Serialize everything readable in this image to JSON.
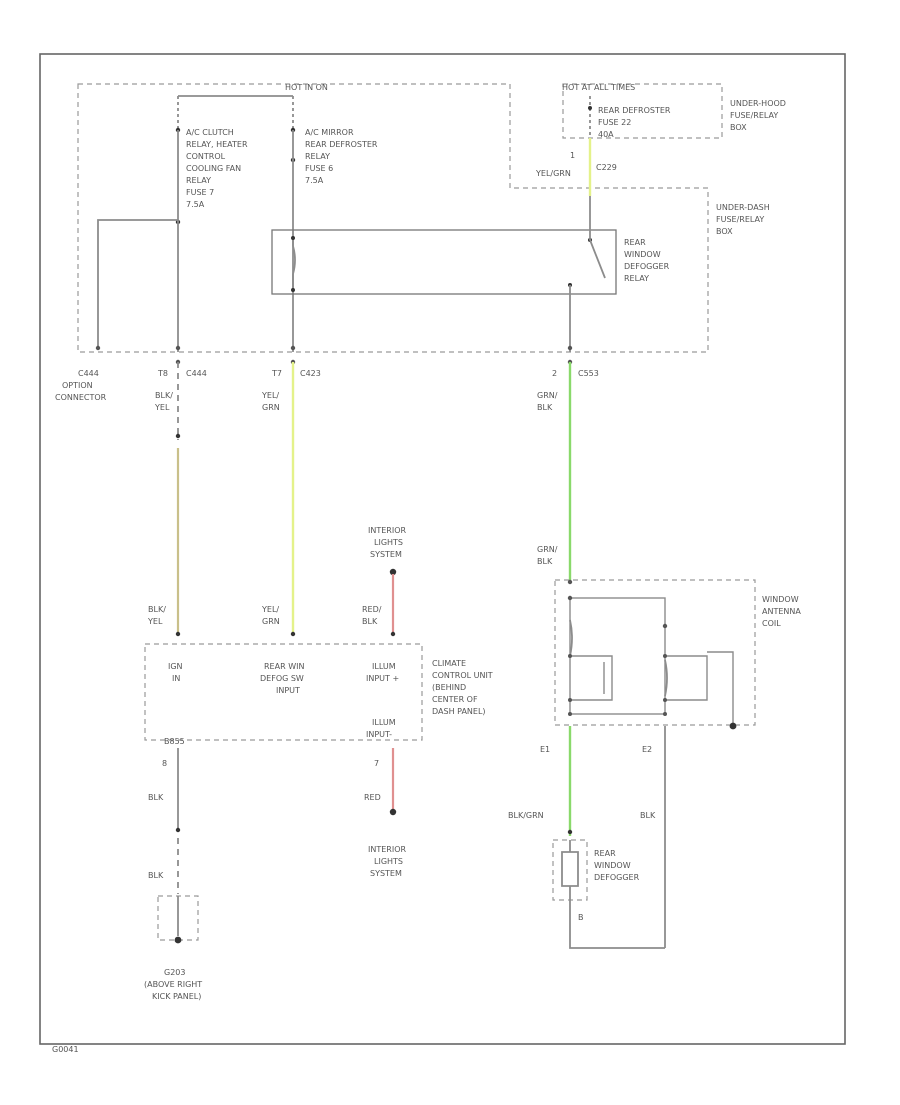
{
  "diagram_code": "G0041",
  "top_left": {
    "hot_label": "HOT IN ON",
    "fuse7": [
      "A/C CLUTCH",
      "RELAY, HEATER",
      "CONTROL",
      "COOLING FAN",
      "RELAY",
      "FUSE 7",
      "7.5A"
    ],
    "fuse6": [
      "A/C MIRROR",
      "REAR DEFROSTER",
      "RELAY",
      "FUSE 6",
      "7.5A"
    ]
  },
  "top_right": {
    "hot_label": "HOT AT ALL TIMES",
    "fuse22": [
      "REAR DEFROSTER",
      "FUSE 22",
      "40A"
    ],
    "underhood_box": [
      "UNDER-HOOD",
      "FUSE/RELAY",
      "BOX"
    ],
    "pin1": "1",
    "conn_c229": "C229",
    "wire_yel_grn": "YEL/GRN"
  },
  "underdash_box": [
    "UNDER-DASH",
    "FUSE/RELAY",
    "BOX"
  ],
  "relay_label": [
    "REAR",
    "WINDOW",
    "DEFOGGER",
    "RELAY"
  ],
  "option_conn": [
    "C444",
    "OPTION",
    "CONNECTOR"
  ],
  "left_wire": {
    "pin": "T8",
    "conn": "C444",
    "wire_top": [
      "BLK/",
      "YEL"
    ],
    "wire_bottom": [
      "BLK/",
      "YEL"
    ]
  },
  "mid_wire": {
    "pin": "T7",
    "conn": "C423",
    "wire_top": [
      "YEL/",
      "GRN"
    ],
    "wire_bottom": [
      "YEL/",
      "GRN"
    ]
  },
  "right_wire": {
    "pin": "2",
    "conn": "C553",
    "wire_top": [
      "GRN/",
      "BLK"
    ],
    "wire_bottom": [
      "GRN/",
      "BLK"
    ]
  },
  "interior_top": {
    "label": [
      "INTERIOR",
      "LIGHTS",
      "SYSTEM"
    ],
    "wire": [
      "RED/",
      "BLK"
    ]
  },
  "climate_unit": {
    "ign_in": [
      "IGN",
      "IN"
    ],
    "rear_win": [
      "REAR WIN",
      "DEFOG SW",
      "INPUT"
    ],
    "illum_plus": [
      "ILLUM",
      "INPUT +"
    ],
    "illum_minus": [
      "ILLUM",
      "INPUT-"
    ],
    "label": [
      "CLIMATE",
      "CONTROL UNIT",
      "(BEHIND",
      "CENTER OF",
      "DASH PANEL)"
    ],
    "conn": "B855",
    "pin8": "8",
    "pin7": "7"
  },
  "ground_left": {
    "wire1": "BLK",
    "wire2": "BLK",
    "label": [
      "G203",
      "(ABOVE RIGHT",
      "KICK PANEL)"
    ]
  },
  "interior_bottom": {
    "wire": "RED",
    "label": [
      "INTERIOR",
      "LIGHTS",
      "SYSTEM"
    ]
  },
  "antenna_coil": {
    "label": [
      "WINDOW",
      "ANTENNA",
      "COIL"
    ],
    "pin_e1": "E1",
    "pin_e2": "E2"
  },
  "defogger": {
    "wire_left": "BLK/GRN",
    "wire_right": "BLK",
    "label": [
      "REAR",
      "WINDOW",
      "DEFOGGER"
    ],
    "pin_b": "B"
  },
  "colors": {
    "green_wire": "#8ad96b",
    "yellow_green_wire": "#e4f28a",
    "yellow_wire": "#c9c08a",
    "red_wire": "#e09090",
    "frame": "#666666",
    "dash": "#9a9a9a"
  }
}
